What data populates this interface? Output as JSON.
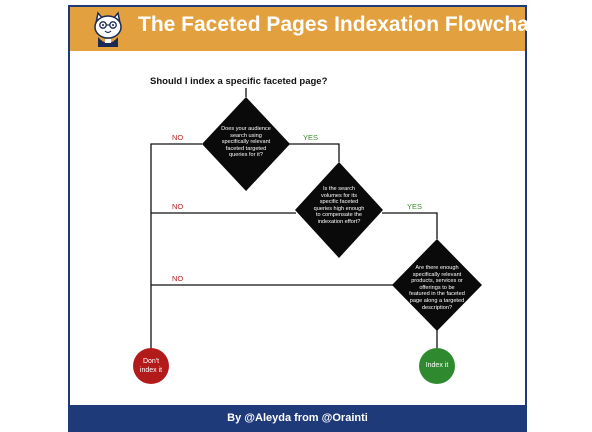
{
  "header": {
    "title": "The Faceted Pages Indexation Flowchart",
    "background": "#e2a03f",
    "border": "#1f3a78"
  },
  "flowchart": {
    "question": "Should I index a specific faceted page?",
    "decisions": [
      "Does your audience search using specifically relevant faceted targeted queries for it?",
      "Is the search volumes for its specific faceted queries high enough to compensate the indexation effort?",
      "Are there enough specifically relevant products, services or offerings to be featured in the faceted page along a targeted description?"
    ],
    "no_label": "NO",
    "yes_label": "YES",
    "no_color": "#b41f1f",
    "yes_color": "#3a8a2a",
    "terminal_no": "Don't index it",
    "terminal_yes": "Index it",
    "terminal_no_color": "#b31b1b",
    "terminal_yes_color": "#2f8a2f"
  },
  "footer": {
    "text": "By @Aleyda from @Orainti",
    "background": "#1f3a78"
  },
  "icons": {
    "logo": "cat-mascot-icon"
  }
}
